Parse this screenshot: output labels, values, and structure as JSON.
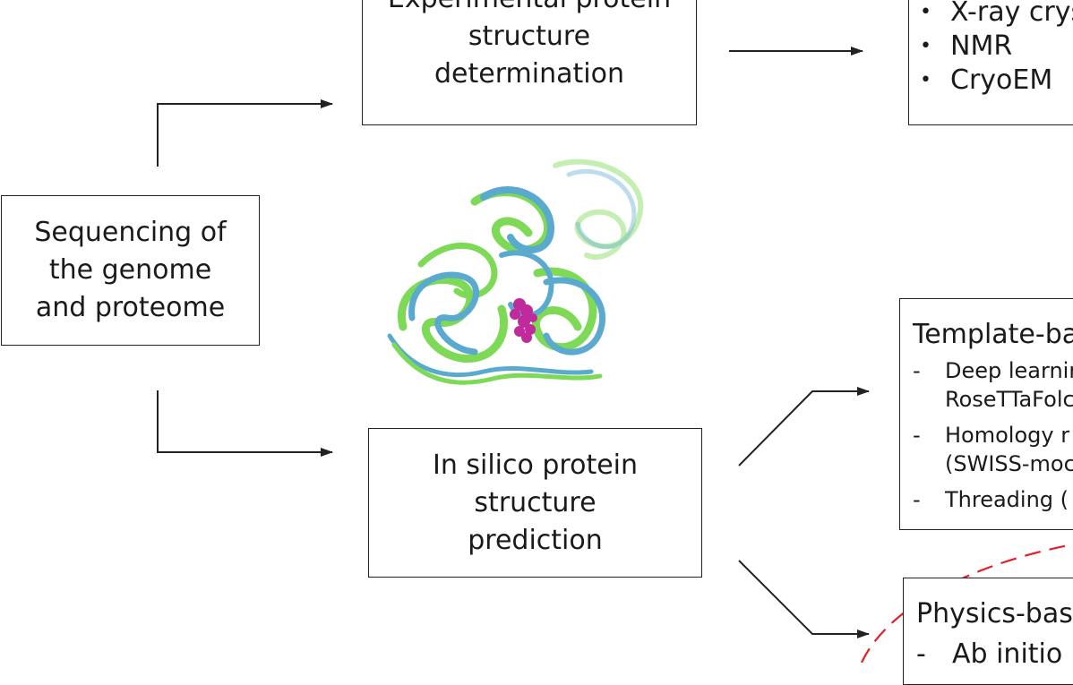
{
  "boxes": {
    "experimental": {
      "lines": [
        "Experimental protein",
        "structure",
        "determination"
      ]
    },
    "sequencing": {
      "lines": [
        "Sequencing of",
        "the genome",
        "and proteome"
      ]
    },
    "insilico": {
      "lines": [
        "In silico protein",
        "structure",
        "prediction"
      ]
    }
  },
  "methods": {
    "bullets": [
      "X-ray crys",
      "NMR",
      "CryoEM"
    ]
  },
  "template": {
    "title": "Template-ba",
    "items": [
      {
        "lines": [
          "Deep learnir",
          "RoseTTaFolc"
        ]
      },
      {
        "lines": [
          "Homology r",
          "(SWISS-moc"
        ]
      },
      {
        "lines": [
          "Threading ("
        ]
      }
    ]
  },
  "physics": {
    "title": "Physics-basc",
    "items": [
      "Ab initio"
    ]
  },
  "colors": {
    "line": "#222222",
    "dashed_boundary": "#e0202a",
    "protein_green": "#7ed957",
    "protein_blue": "#5aa9cf",
    "ligand": "#c02a9a"
  },
  "icons": {
    "bullet": "•",
    "dash": "-"
  }
}
